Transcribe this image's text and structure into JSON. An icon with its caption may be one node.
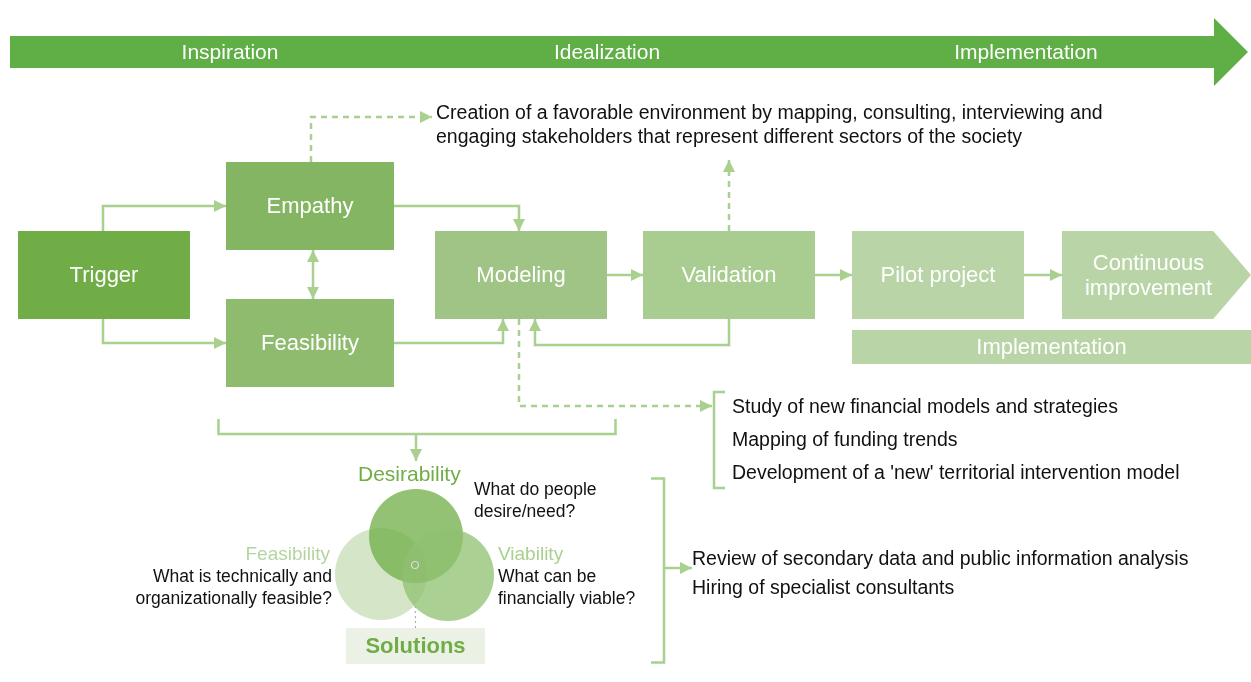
{
  "diagram": {
    "nodes": [
      {
        "text": [
          "Inspiration",
          "Idealization",
          "Implementation"
        ]
      },
      {
        "text": [
          "Trigger"
        ]
      },
      {
        "text": [
          "Empathy"
        ]
      },
      {
        "text": [
          "Feasibility"
        ]
      },
      {
        "text": [
          "Modeling"
        ]
      },
      {
        "text": [
          "Validation"
        ]
      },
      {
        "text": [
          "Pilot project"
        ]
      },
      {
        "text": [
          "Continuous improvement"
        ]
      },
      {
        "text": [
          "Implementation"
        ]
      },
      {
        "text": [
          "Creation of a favorable environment by mapping, consulting, interviewing and engaging stakeholders that represent different sectors of the society"
        ]
      },
      {
        "text": [
          "Study of new financial models and strategies",
          "Mapping of funding trends",
          "Development of a 'new' territorial intervention model"
        ]
      },
      {
        "text": [
          "Desirability"
        ]
      },
      {
        "text": [],
        "shape": "circle"
      },
      {
        "text": [],
        "shape": "circle"
      },
      {
        "text": [],
        "shape": "circle"
      },
      {
        "text": [],
        "shape": "circle"
      },
      {
        "text": [
          "Solutions"
        ]
      },
      {
        "text": [
          "Review of secondary data and public information analysis",
          "Hiring of specialist consultants"
        ]
      },
      {
        "text": [],
        "shape": "bracket"
      },
      {
        "text": [],
        "shape": "bracket"
      }
    ],
    "edges": [
      {
        "from": 1,
        "to": 2,
        "arrow": "to"
      },
      {
        "from": 1,
        "to": 3,
        "arrow": "to"
      },
      {
        "from": 2,
        "to": 3,
        "arrow": "both"
      },
      {
        "from": 2,
        "to": 4,
        "arrow": "to"
      },
      {
        "from": 3,
        "to": 4,
        "arrow": "to"
      },
      {
        "from": 4,
        "to": 5,
        "arrow": "to"
      },
      {
        "from": 5,
        "to": 4,
        "arrow": "to"
      },
      {
        "from": 5,
        "to": 6,
        "arrow": "to"
      },
      {
        "from": 6,
        "to": 7,
        "arrow": "to"
      },
      {
        "from": 2,
        "to": 9,
        "arrow": "to",
        "style": "dashed"
      },
      {
        "from": 5,
        "to": 9,
        "arrow": "to",
        "style": "dashed"
      },
      {
        "from": 4,
        "to": 10,
        "arrow": "to",
        "style": "dashed"
      },
      {
        "from": 18,
        "to": 11,
        "arrow": "to"
      },
      {
        "from": 16,
        "to": 15,
        "arrow": "none",
        "style": "dashed",
        "color": "#a6a6a6"
      },
      {
        "from": 19,
        "to": 17,
        "arrow": "to"
      }
    ],
    "labels": [
      "What do people desire/need?",
      "Feasibility",
      "What is technically and organizationally feasible?",
      "Viability",
      "What can be financially viable?"
    ]
  }
}
